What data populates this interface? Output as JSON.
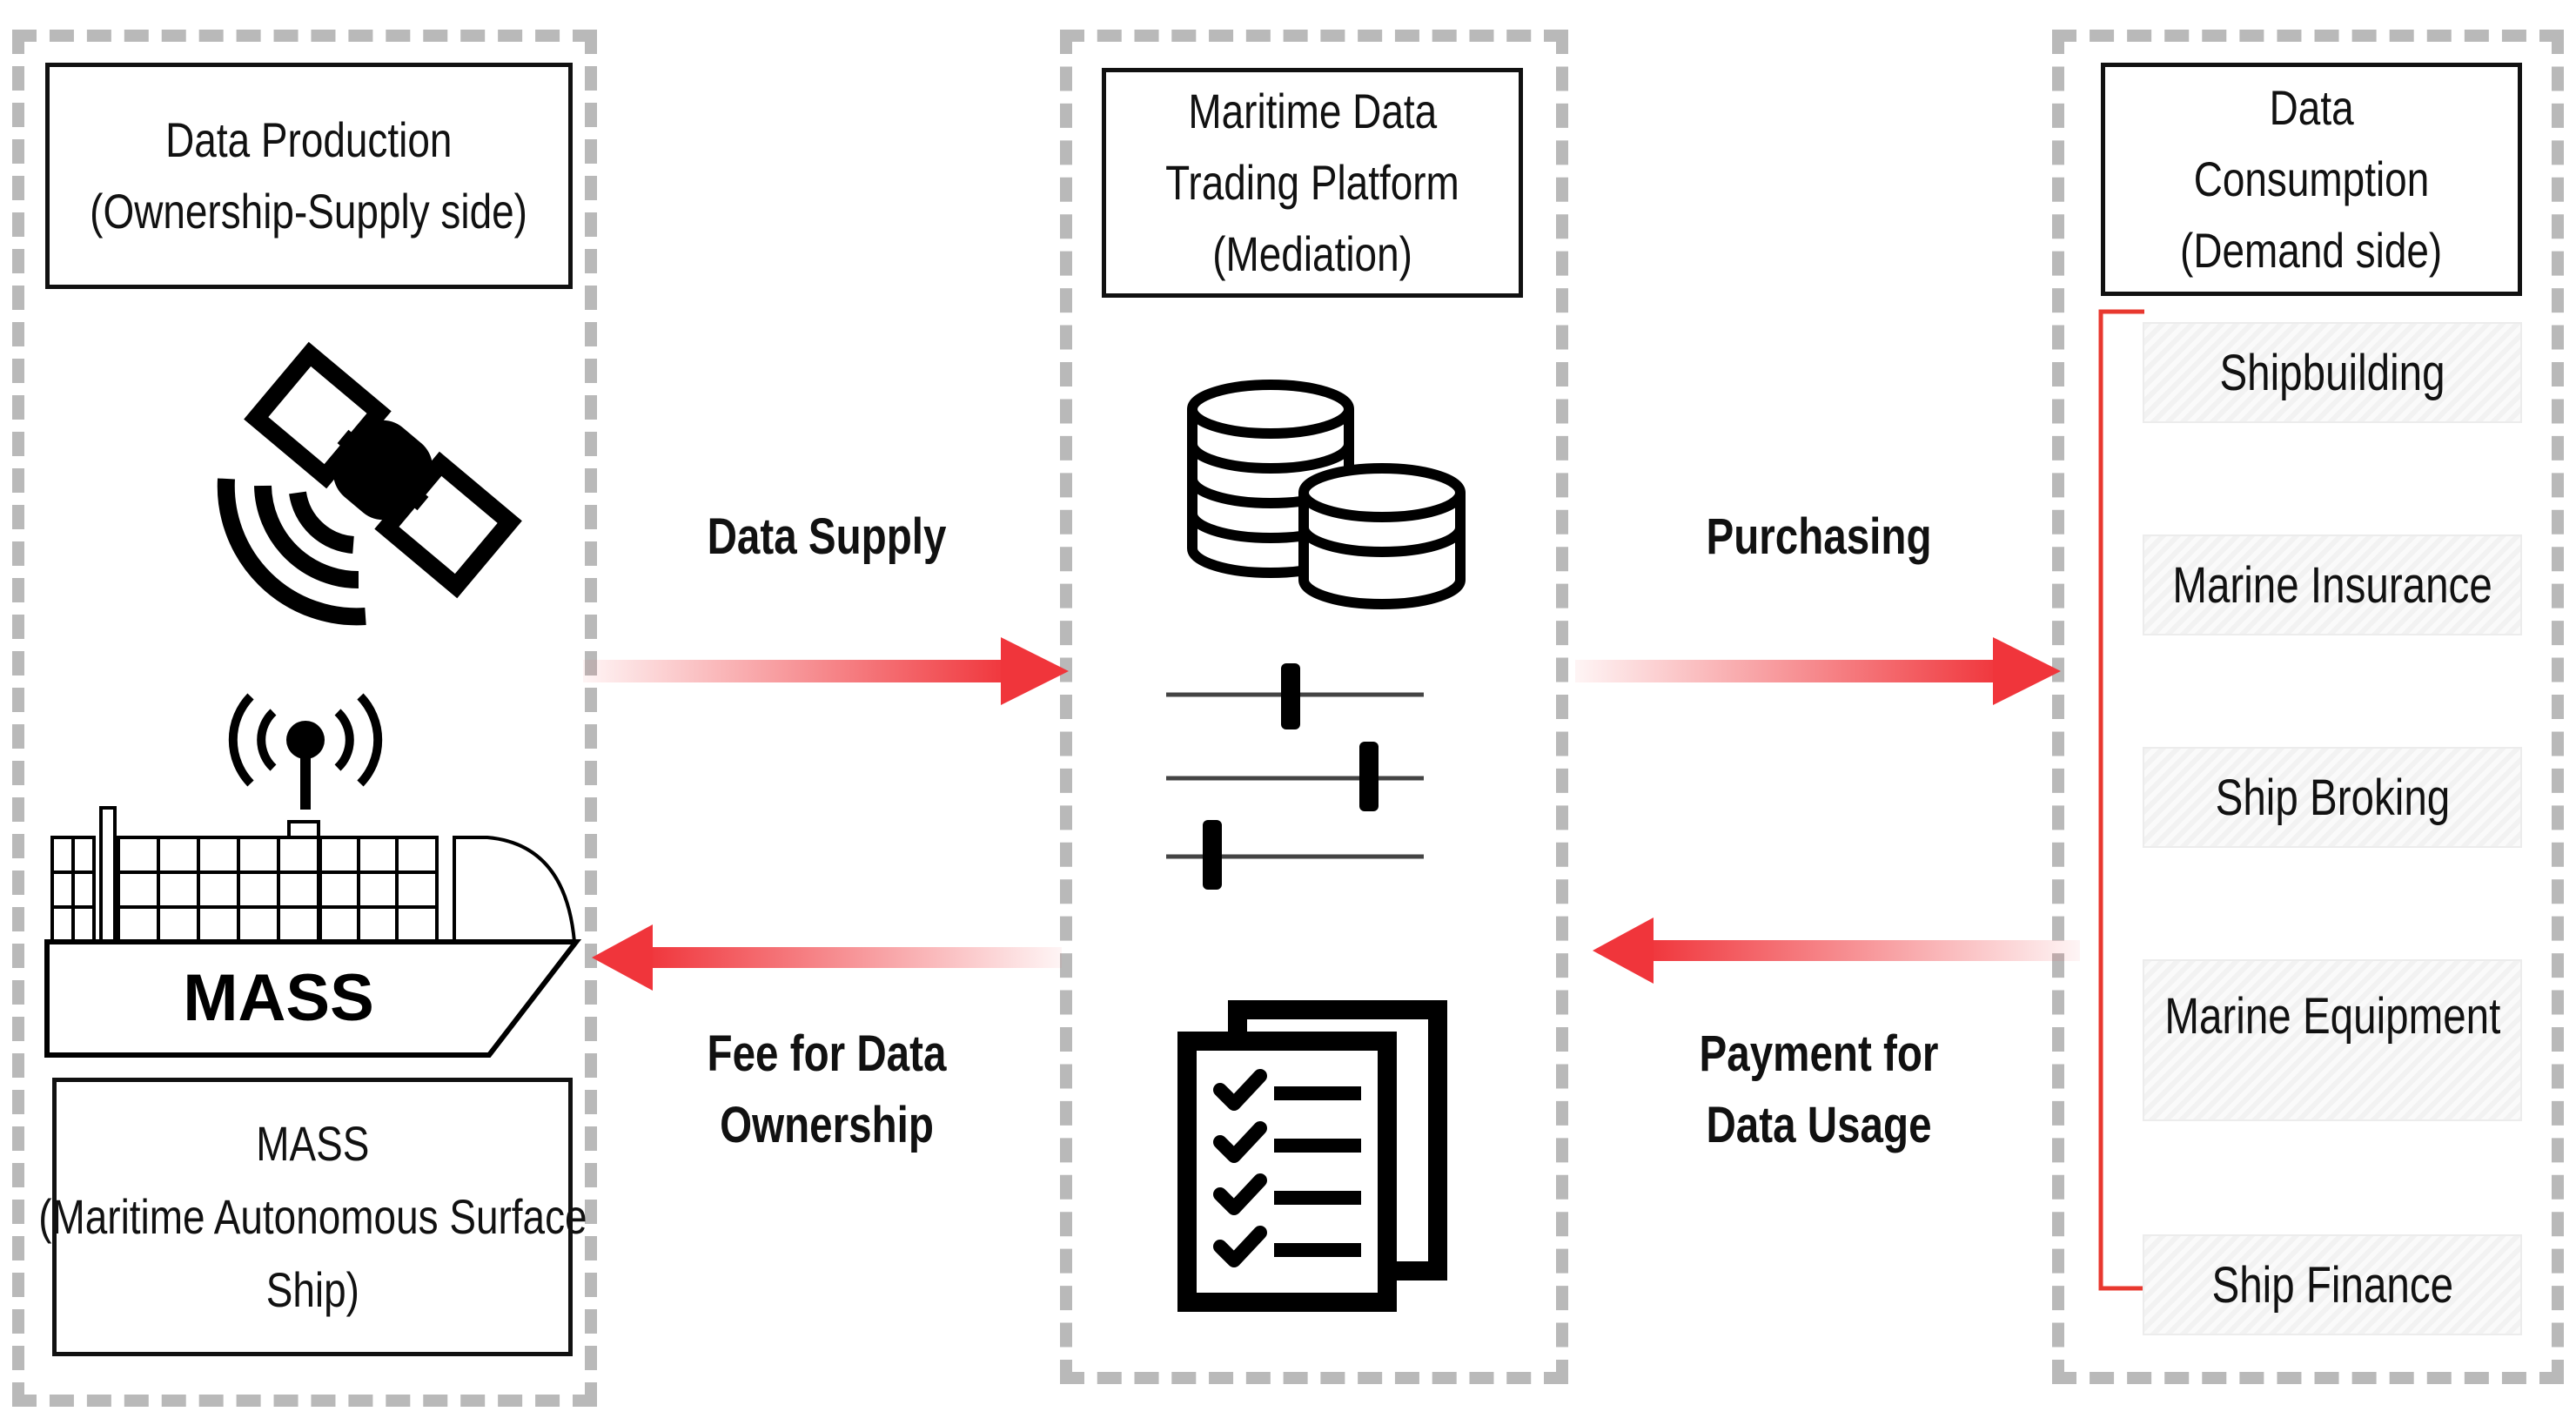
{
  "production": {
    "title_lines": [
      "Data Production",
      "(Ownership-Supply side)"
    ],
    "ship_label": "MASS",
    "mass_lines": [
      "MASS",
      "(Maritime Autonomous Surface",
      "Ship)"
    ]
  },
  "platform": {
    "title_lines": [
      "Maritime Data",
      "Trading Platform",
      "(Mediation)"
    ]
  },
  "consumption": {
    "title_lines": [
      "Data",
      "Consumption",
      "(Demand side)"
    ],
    "segments": [
      "Shipbuilding",
      "Marine Insurance",
      "Ship Broking",
      "Marine Equipment",
      "Ship Finance"
    ]
  },
  "flows": {
    "data_supply": [
      "Data Supply"
    ],
    "fee": [
      "Fee for Data",
      "Ownership"
    ],
    "purchasing": [
      "Purchasing"
    ],
    "payment": [
      "Payment for",
      "Data Usage"
    ]
  },
  "colors": {
    "arrow": "#f0353b",
    "column_border": "#b9b9b9",
    "bracket": "#e8382f"
  }
}
